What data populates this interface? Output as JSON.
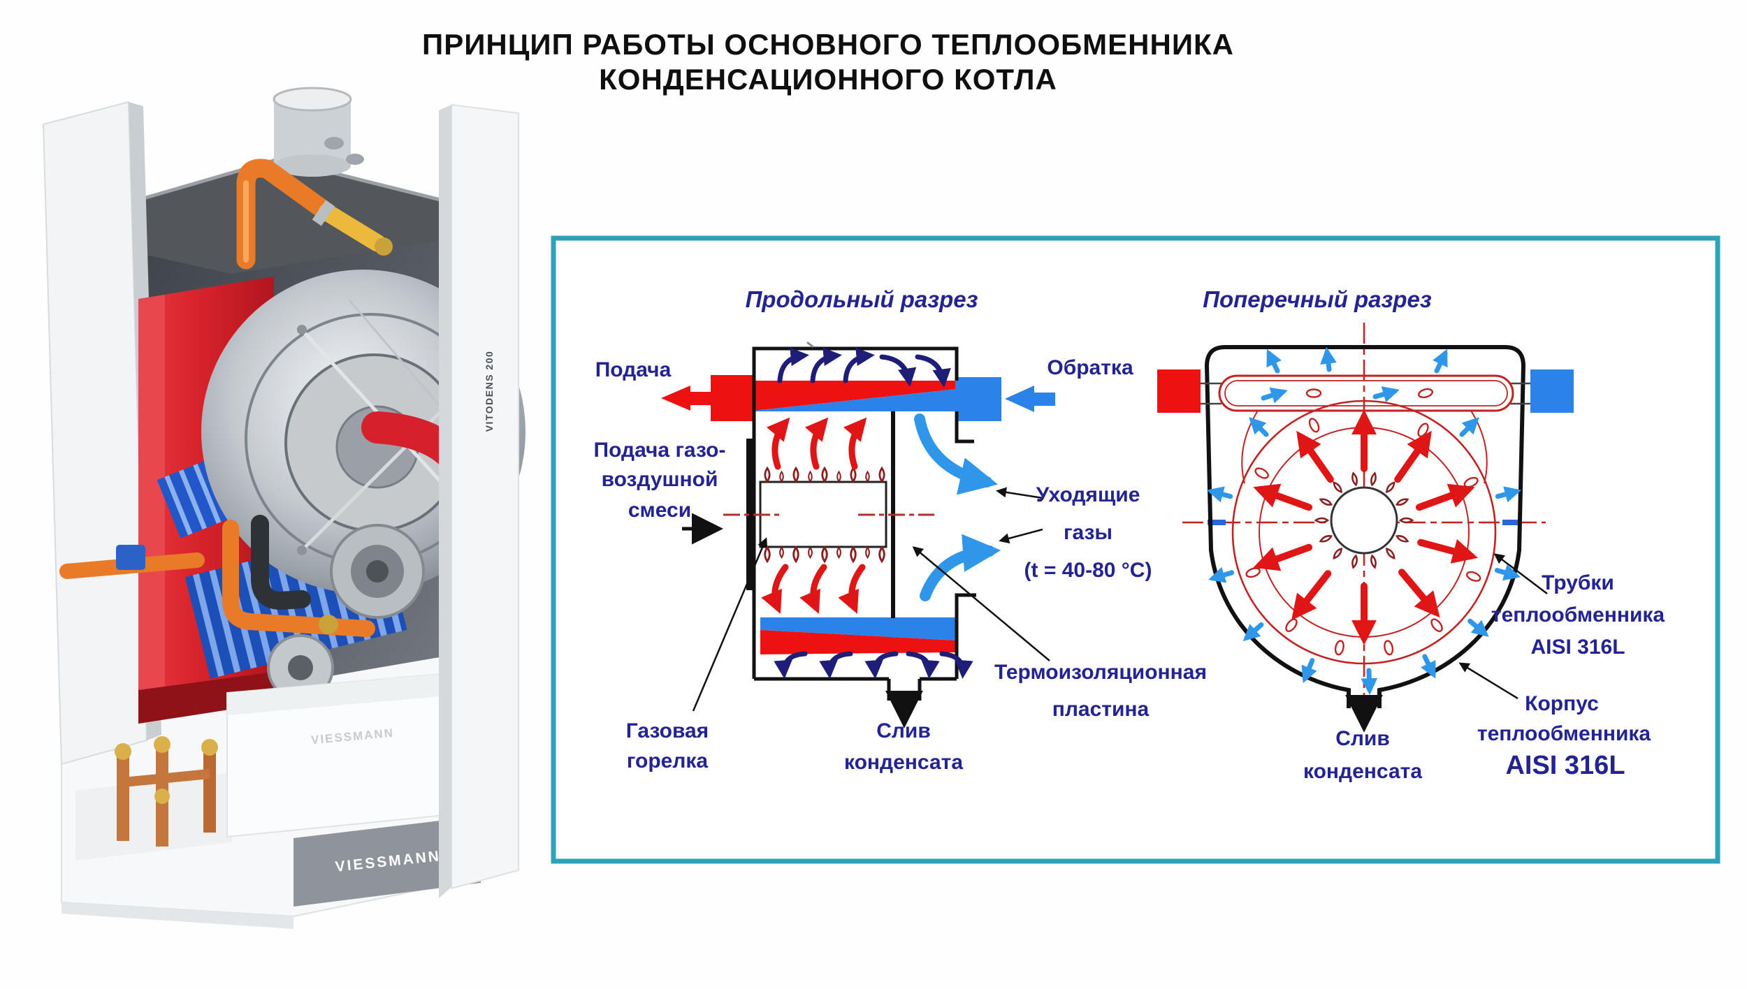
{
  "title": {
    "line1": "ПРИНЦИП РАБОТЫ ОСНОВНОГО ТЕПЛООБМЕННИКА",
    "line2": "КОНДЕНСАЦИОННОГО КОТЛА"
  },
  "boiler": {
    "brand": "VIESSMANN",
    "brand_embossed": "VIESSMANN",
    "model": "VITODENS 200"
  },
  "longitudinal": {
    "title": "Продольный разрез",
    "labels": {
      "supply": "Подача",
      "return": "Обратка",
      "gas_air_line1": "Подача газо-",
      "gas_air_line2": "воздушной",
      "gas_air_line3": "смеси",
      "flue_line1": "Уходящие",
      "flue_line2": "газы",
      "flue_line3": "(t = 40-80 °C)",
      "insulation_line1": "Термоизоляционная",
      "insulation_line2": "пластина",
      "burner_line1": "Газовая",
      "burner_line2": "горелка",
      "drain_line1": "Слив",
      "drain_line2": "конденсата"
    }
  },
  "cross": {
    "title": "Поперечный разрез",
    "labels": {
      "tubes_line1": "Трубки",
      "tubes_line2": "теплообменника",
      "tubes_line3": "AISI 316L",
      "body_line1": "Корпус",
      "body_line2": "теплообменника",
      "body_line3": "AISI 316L",
      "drain_line1": "Слив",
      "drain_line2": "конденсата"
    }
  },
  "colors": {
    "panel_border": "#2da3b8",
    "hot_red": "#ee1111",
    "cool_blue": "#2b82e8",
    "flue_blue": "#2f97ea",
    "navy_arrow": "#1e1e78",
    "label_navy": "#232393",
    "centerline_red": "#b03030",
    "coil_red": "#c22222",
    "flame_red": "#8b1f1f"
  }
}
